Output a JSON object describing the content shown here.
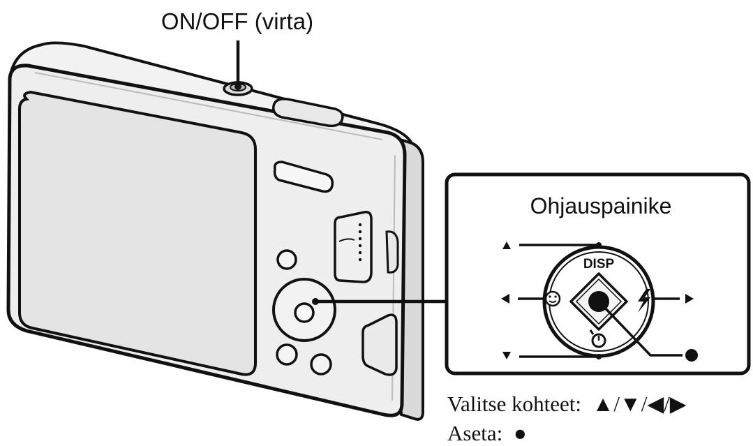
{
  "labels": {
    "power": "ON/OFF (virta)",
    "control_title": "Ohjauspainike",
    "disp": "DISP"
  },
  "legend": {
    "select_prefix": "Valitse kohteet:",
    "select_symbols": "▲/▼/◀/▶",
    "set_prefix": "Aseta:",
    "set_symbol": "●"
  },
  "icons": {
    "up": "triangle-up-icon",
    "down": "triangle-down-icon",
    "left": "triangle-left-icon",
    "right": "triangle-right-icon",
    "center": "filled-circle-icon",
    "face": "smile-face-icon",
    "flash": "flash-bolt-icon",
    "timer": "self-timer-icon"
  },
  "colors": {
    "line": "#111111",
    "body_fill": "#eeeeee",
    "screen_fill": "#e6e6e6"
  }
}
